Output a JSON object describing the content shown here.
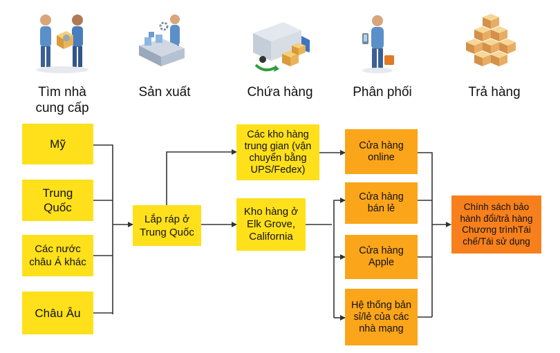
{
  "stages": [
    {
      "icon": "people-handshake-icon",
      "label": "Tìm nhà\ncung cấp"
    },
    {
      "icon": "factory-conveyor-icon",
      "label": "Sản xuất"
    },
    {
      "icon": "delivery-truck-icon",
      "label": "Chứa hàng"
    },
    {
      "icon": "person-phone-icon",
      "label": "Phân phối"
    },
    {
      "icon": "box-stack-icon",
      "label": "Trả hàng"
    }
  ],
  "sources": [
    "Mỹ",
    "Trung\nQuốc",
    "Các nước\nchâu Á khác",
    "Châu Âu"
  ],
  "assembly": "Lắp ráp ở\nTrung Quốc",
  "warehouses": [
    "Các kho hàng\ntrung gian (vận\nchuyển bằng\nUPS/Fedex)",
    "Kho hàng ở\nElk Grove,\nCalifornia"
  ],
  "channels": [
    "Cửa hàng\nonline",
    "Cửa hàng\nbán lẻ",
    "Cửa hàng\nApple",
    "Hệ thống bản\nsỉ/lẻ của các\nnhà mạng"
  ],
  "returns": "Chính sách bảo\nhành đổi/trả hàng\nChương trìnhTái\nchế/Tái sử dụng",
  "colors": {
    "source": "#FFE01B",
    "channel": "#FBA51A",
    "returns": "#F7801C",
    "line": "#333333"
  }
}
